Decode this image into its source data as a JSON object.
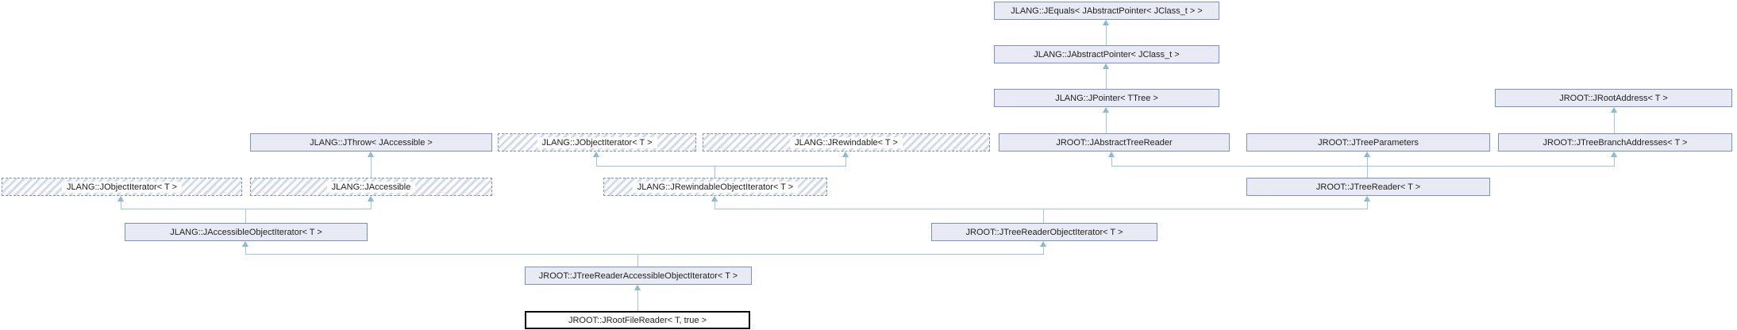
{
  "diagram": {
    "type": "class-inheritance-graph",
    "tool_style": "doxygen-collaboration-diagram",
    "background_color": "#ffffff",
    "colors": {
      "node_fill": "#e8ebf4",
      "node_border": "#7e8fc1",
      "template_stripe": "#d3daed",
      "template_border": "#8090c2",
      "current_node_border": "#000000",
      "edge": "#9ec4de",
      "arrowhead": "#85b6d8",
      "text": "#1f1f1f"
    }
  },
  "nodes": {
    "jequals": {
      "label": "JLANG::JEquals< JAbstractPointer< JClass_t > >",
      "style": "solid"
    },
    "jabstract_pointer": {
      "label": "JLANG::JAbstractPointer< JClass_t >",
      "style": "solid"
    },
    "jpointer": {
      "label": "JLANG::JPointer< TTree >",
      "style": "solid"
    },
    "jroot_address": {
      "label": "JROOT::JRootAddress< T >",
      "style": "solid"
    },
    "jthrow": {
      "label": "JLANG::JThrow< JAccessible >",
      "style": "solid"
    },
    "jobject_iterator_mid": {
      "label": "JLANG::JObjectIterator< T >",
      "style": "template-hatched"
    },
    "jrewindable": {
      "label": "JLANG::JRewindable< T >",
      "style": "template-hatched"
    },
    "jabstract_tree_reader": {
      "label": "JROOT::JAbstractTreeReader",
      "style": "solid"
    },
    "jtree_parameters": {
      "label": "JROOT::JTreeParameters",
      "style": "solid"
    },
    "jtree_branch_addresses": {
      "label": "JROOT::JTreeBranchAddresses< T >",
      "style": "solid"
    },
    "jobject_iterator_left": {
      "label": "JLANG::JObjectIterator< T >",
      "style": "template-hatched"
    },
    "jaccessible": {
      "label": "JLANG::JAccessible",
      "style": "template-hatched"
    },
    "jrewindable_object_iterator": {
      "label": "JLANG::JRewindableObjectIterator< T >",
      "style": "template-hatched"
    },
    "jtree_reader": {
      "label": "JROOT::JTreeReader< T >",
      "style": "solid"
    },
    "jaccessible_object_iterator": {
      "label": "JLANG::JAccessibleObjectIterator< T >",
      "style": "solid"
    },
    "jtree_reader_object_iterator": {
      "label": "JROOT::JTreeReaderObjectIterator< T >",
      "style": "solid"
    },
    "jtree_reader_accessible_object_iterator": {
      "label": "JROOT::JTreeReaderAccessibleObjectIterator< T >",
      "style": "solid"
    },
    "jroot_file_reader": {
      "label": "JROOT::JRootFileReader< T, true >",
      "style": "current-class"
    }
  },
  "relations": [
    {
      "derived": "JLANG::JAbstractPointer< JClass_t >",
      "base": "JLANG::JEquals< JAbstractPointer< JClass_t > >"
    },
    {
      "derived": "JLANG::JPointer< TTree >",
      "base": "JLANG::JAbstractPointer< JClass_t >"
    },
    {
      "derived": "JROOT::JAbstractTreeReader",
      "base": "JLANG::JPointer< TTree >"
    },
    {
      "derived": "JROOT::JTreeBranchAddresses< T >",
      "base": "JROOT::JRootAddress< T >"
    },
    {
      "derived": "JLANG::JAccessible",
      "base": "JLANG::JThrow< JAccessible >"
    },
    {
      "derived": "JLANG::JRewindableObjectIterator< T >",
      "base": "JLANG::JObjectIterator< T >"
    },
    {
      "derived": "JLANG::JRewindableObjectIterator< T >",
      "base": "JLANG::JRewindable< T >"
    },
    {
      "derived": "JROOT::JTreeReader< T >",
      "base": "JROOT::JAbstractTreeReader"
    },
    {
      "derived": "JROOT::JTreeReader< T >",
      "base": "JROOT::JTreeParameters"
    },
    {
      "derived": "JROOT::JTreeReader< T >",
      "base": "JROOT::JTreeBranchAddresses< T >"
    },
    {
      "derived": "JLANG::JAccessibleObjectIterator< T >",
      "base": "JLANG::JObjectIterator< T >"
    },
    {
      "derived": "JLANG::JAccessibleObjectIterator< T >",
      "base": "JLANG::JAccessible"
    },
    {
      "derived": "JROOT::JTreeReaderObjectIterator< T >",
      "base": "JLANG::JRewindableObjectIterator< T >"
    },
    {
      "derived": "JROOT::JTreeReaderObjectIterator< T >",
      "base": "JROOT::JTreeReader< T >"
    },
    {
      "derived": "JROOT::JTreeReaderAccessibleObjectIterator< T >",
      "base": "JLANG::JAccessibleObjectIterator< T >"
    },
    {
      "derived": "JROOT::JTreeReaderAccessibleObjectIterator< T >",
      "base": "JROOT::JTreeReaderObjectIterator< T >"
    },
    {
      "derived": "JROOT::JRootFileReader< T, true >",
      "base": "JROOT::JTreeReaderAccessibleObjectIterator< T >"
    }
  ]
}
